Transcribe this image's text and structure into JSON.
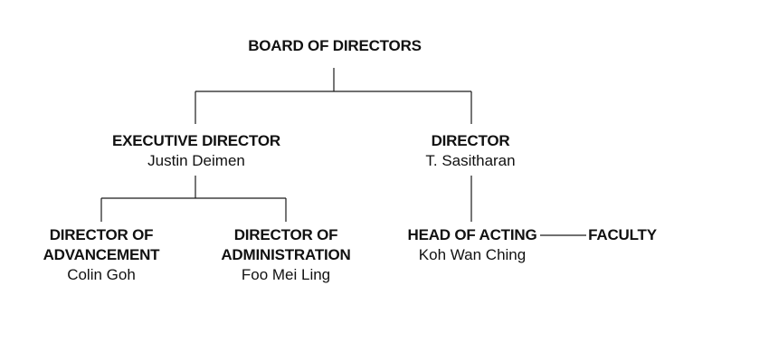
{
  "org_chart": {
    "board": {
      "title": "BOARD OF DIRECTORS"
    },
    "executive_director": {
      "title": "EXECUTIVE DIRECTOR",
      "person": "Justin Deimen"
    },
    "director": {
      "title": "DIRECTOR",
      "person": "T. Sasitharan"
    },
    "director_advancement": {
      "title_line1": "DIRECTOR OF",
      "title_line2": "ADVANCEMENT",
      "person": "Colin Goh"
    },
    "director_administration": {
      "title_line1": "DIRECTOR OF",
      "title_line2": "ADMINISTRATION",
      "person": "Foo Mei Ling"
    },
    "head_of_acting": {
      "title": "HEAD OF ACTING",
      "person": "Koh Wan Ching"
    },
    "faculty": {
      "title": "FACULTY"
    }
  }
}
